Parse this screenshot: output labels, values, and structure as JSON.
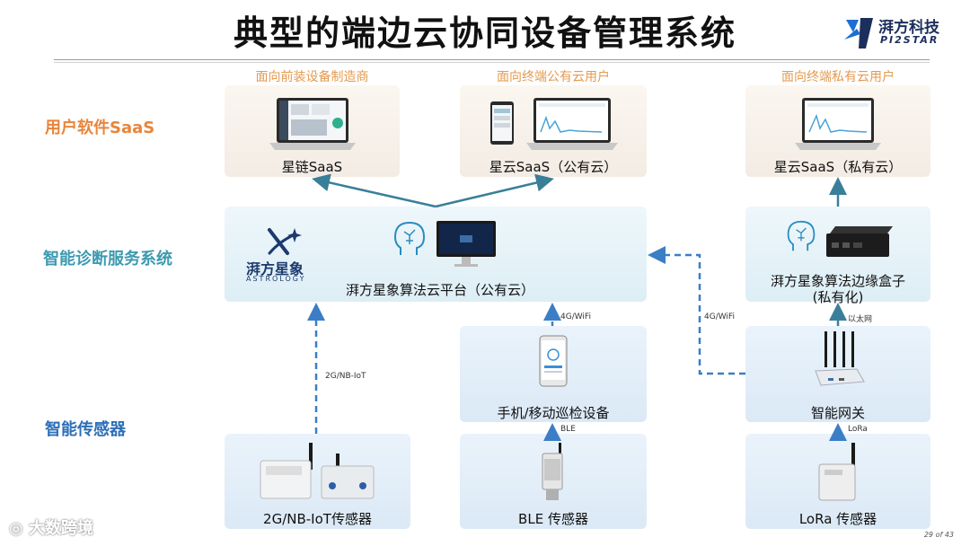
{
  "title": "典型的端边云协同设备管理系统",
  "logo": {
    "cn": "湃方科技",
    "en": "PI2STAR"
  },
  "columns": {
    "c1": "面向前装设备制造商",
    "c2": "面向终端公有云用户",
    "c3": "面向终端私有云用户"
  },
  "rows": {
    "saas": "用户软件SaaS",
    "diagnosis": "智能诊断服务系统",
    "sensor": "智能传感器"
  },
  "saas_boxes": {
    "b1": "星链SaaS",
    "b2": "星云SaaS（公有云）",
    "b3": "星云SaaS（私有云）"
  },
  "platform": {
    "brand_cn": "湃方星象",
    "brand_en": "ASTROLOGY",
    "label": "湃方星象算法云平台（公有云）"
  },
  "edge_box": {
    "line1": "湃方星象算法边缘盒子",
    "line2": "(私有化)"
  },
  "devices": {
    "phone": "手机/移动巡检设备",
    "gateway": "智能网关"
  },
  "sensors": {
    "s1": "2G/NB-IoT传感器",
    "s2": "BLE 传感器",
    "s3": "LoRa 传感器"
  },
  "links": {
    "nbiot": "2G/NB-IoT",
    "wifi1": "4G/WiFi",
    "wifi2": "4G/WiFi",
    "ethernet": "以太网",
    "ble": "BLE",
    "lora": "LoRa"
  },
  "colors": {
    "saas_row": "#e8853a",
    "diag_row": "#3d9ab0",
    "sensor_row": "#2d6fb8",
    "arrow": "#3a7f99",
    "dash": "#3b7ec6"
  },
  "page": "29 of 43",
  "watermark": "大数跨境"
}
